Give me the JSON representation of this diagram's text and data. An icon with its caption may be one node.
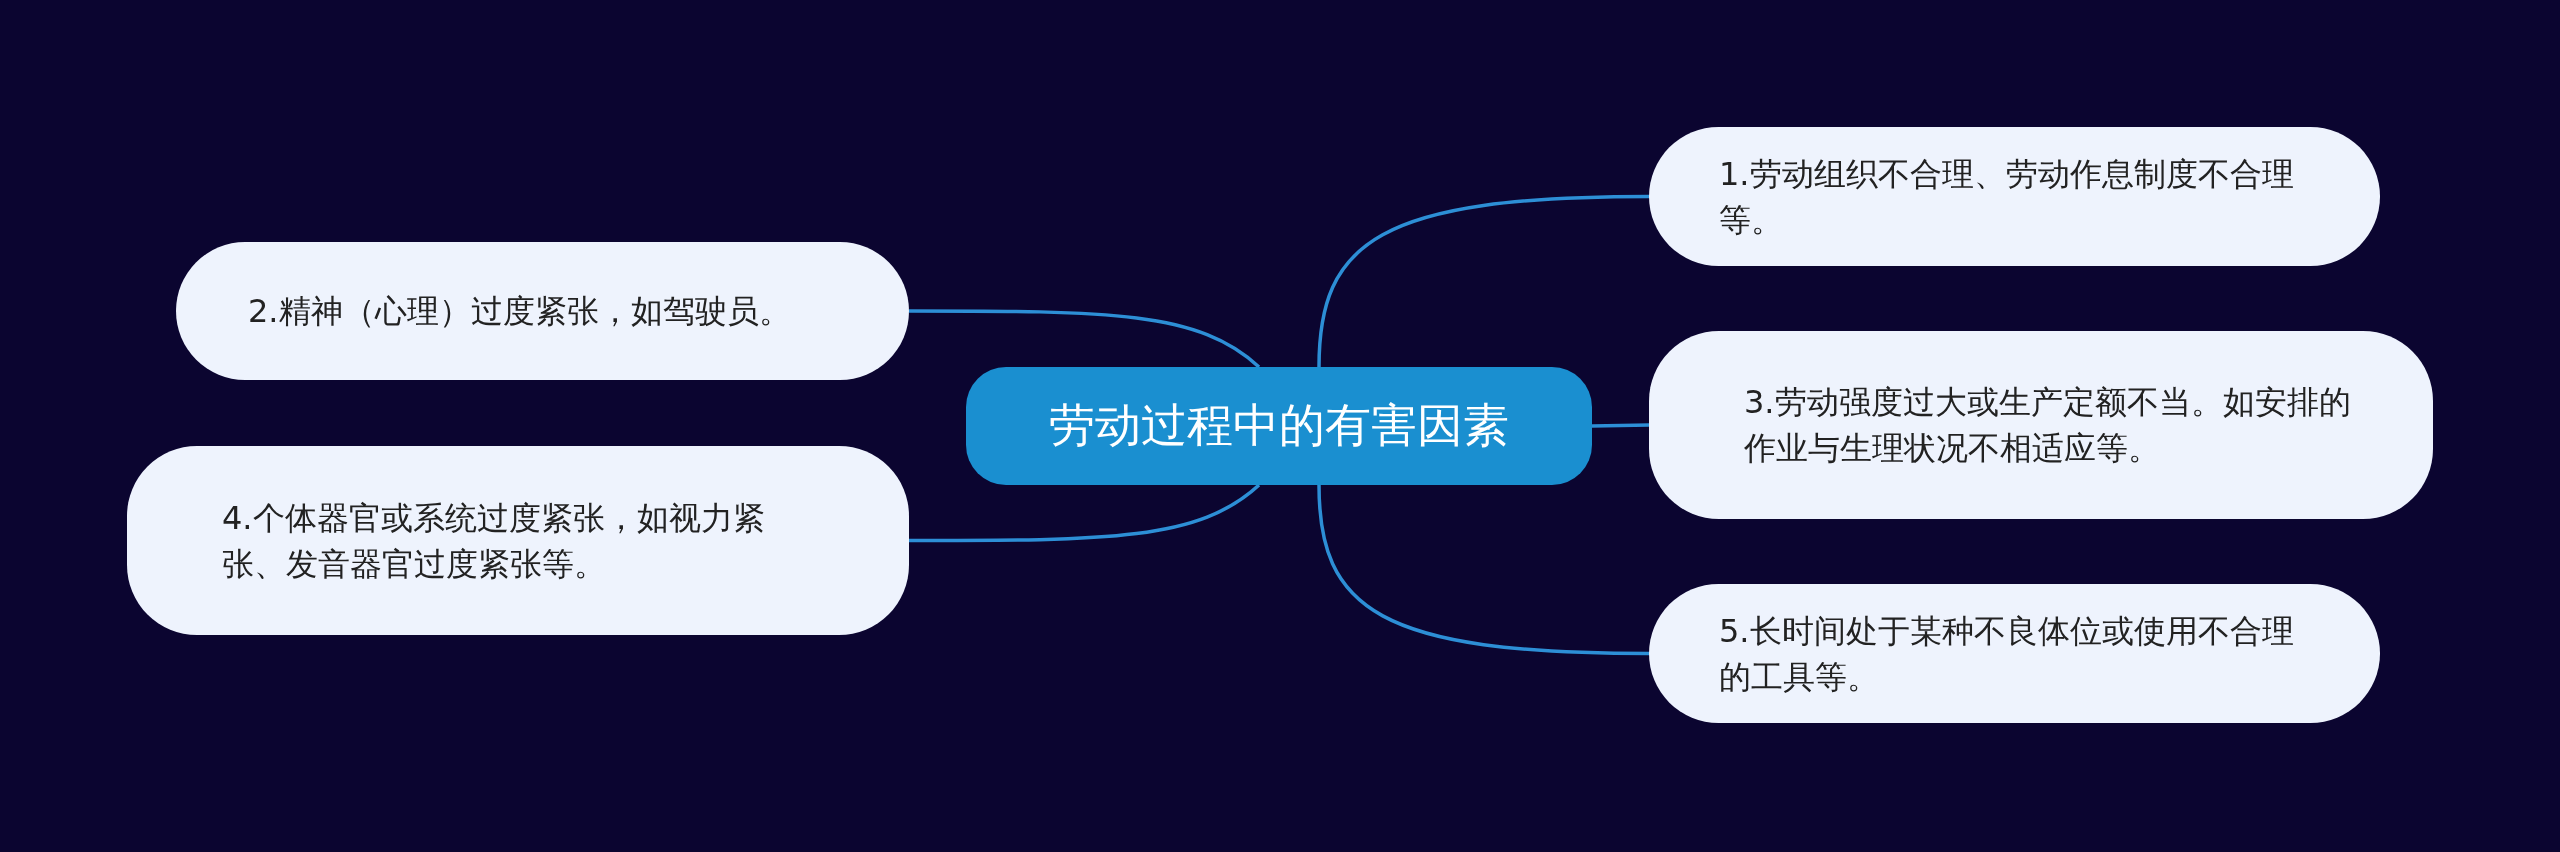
{
  "diagram": {
    "nodes": [
      {
        "text": [
          "劳动过程中的有害因素"
        ]
      },
      {
        "text": [
          "1.劳动组织不合理、劳动作息制度不合理等。"
        ]
      },
      {
        "text": [
          "2.精神（心理）过度紧张，如驾驶员。"
        ]
      },
      {
        "text": [
          "3.劳动强度过大或生产定额不当。如安排的作业与生理状况不相适应等。"
        ]
      },
      {
        "text": [
          "4.个体器官或系统过度紧张，如视力紧张、发音器官过度紧张等。"
        ]
      },
      {
        "text": [
          "5.长时间处于某种不良体位或使用不合理的工具等。"
        ]
      }
    ],
    "edges": [
      {
        "from": 0,
        "to": 1,
        "arrow": "none"
      },
      {
        "from": 0,
        "to": 2,
        "arrow": "none"
      },
      {
        "from": 0,
        "to": 3,
        "arrow": "none"
      },
      {
        "from": 0,
        "to": 4,
        "arrow": "none"
      },
      {
        "from": 0,
        "to": 5,
        "arrow": "none"
      }
    ]
  }
}
